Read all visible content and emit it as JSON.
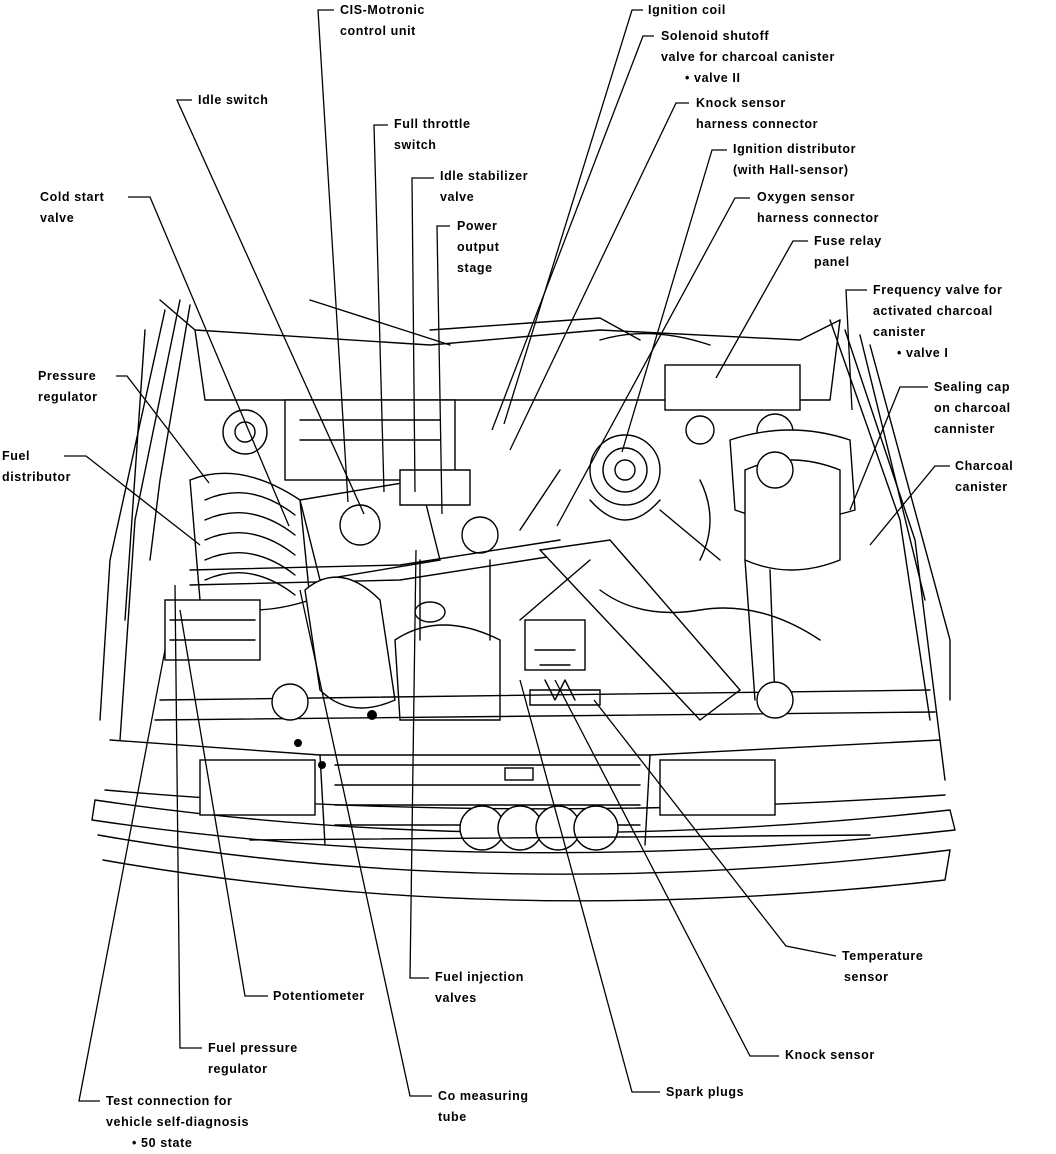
{
  "labels": {
    "cis_motronic": [
      "CIS-Motronic",
      "control unit"
    ],
    "ignition_coil": [
      "Ignition coil"
    ],
    "solenoid_shutoff": [
      "Solenoid shutoff",
      "valve for charcoal canister",
      "• valve II"
    ],
    "idle_switch": [
      "Idle switch"
    ],
    "knock_sensor_harness": [
      "Knock sensor",
      "harness connector"
    ],
    "full_throttle": [
      "Full throttle",
      "switch"
    ],
    "ignition_distributor": [
      "Ignition distributor",
      "(with Hall-sensor)"
    ],
    "cold_start": [
      "Cold start",
      "valve"
    ],
    "idle_stabilizer": [
      "Idle stabilizer",
      "valve"
    ],
    "oxygen_sensor_harness": [
      "Oxygen sensor",
      "harness connector"
    ],
    "power_output": [
      "Power",
      "output",
      "stage"
    ],
    "fuse_relay": [
      "Fuse relay",
      "panel"
    ],
    "frequency_valve": [
      "Frequency valve for",
      "activated charcoal",
      "canister",
      "• valve I"
    ],
    "pressure_regulator": [
      "Pressure",
      "regulator"
    ],
    "sealing_cap": [
      "Sealing cap",
      "on charcoal",
      "cannister"
    ],
    "fuel_distributor": [
      "Fuel",
      "distributor"
    ],
    "charcoal_canister": [
      "Charcoal",
      "canister"
    ],
    "temperature_sensor": [
      "Temperature",
      "sensor"
    ],
    "fuel_injection": [
      "Fuel injection",
      "valves"
    ],
    "potentiometer": [
      "Potentiometer"
    ],
    "fuel_pressure_regulator": [
      "Fuel pressure",
      "regulator"
    ],
    "knock_sensor": [
      "Knock sensor"
    ],
    "co_measuring": [
      "Co measuring",
      "tube"
    ],
    "spark_plugs": [
      "Spark plugs"
    ],
    "test_connection": [
      "Test connection for",
      "vehicle self-diagnosis",
      "• 50 state"
    ]
  }
}
